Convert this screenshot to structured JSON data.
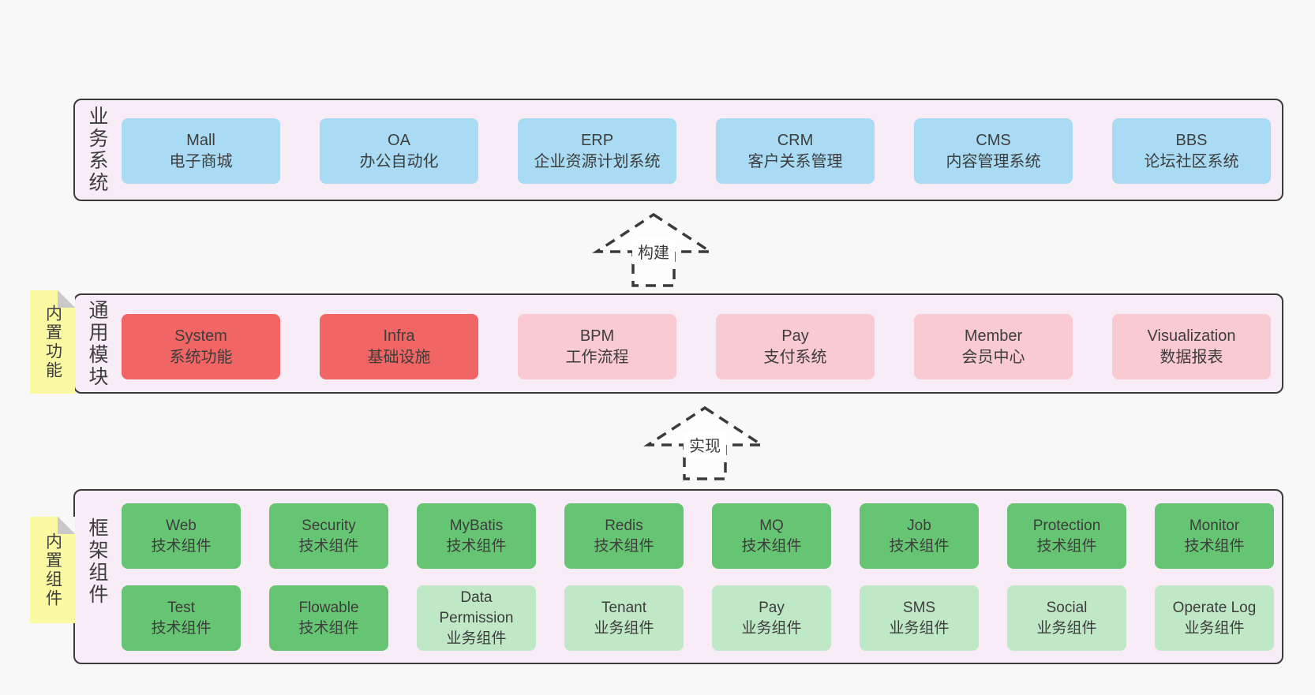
{
  "colors": {
    "page_bg": "#f8f8f8",
    "band_bg": "#f8edf6",
    "band_border": "#3b3b3b",
    "blue_box": "#a9dcf4",
    "red_box": "#f16565",
    "pink_box": "#facad2",
    "green_box": "#65c572",
    "light_green_box": "#bfe8c6",
    "note_yellow": "#fafaa2",
    "note_fold_gray": "#c9c9c9",
    "text": "#3d3d3d"
  },
  "arrows": [
    {
      "label": "构建"
    },
    {
      "label": "实现"
    }
  ],
  "bands": [
    {
      "label": "业务系统",
      "boxes": [
        {
          "title": "Mall",
          "subtitle": "电子商城"
        },
        {
          "title": "OA",
          "subtitle": "办公自动化"
        },
        {
          "title": "ERP",
          "subtitle": "企业资源计划系统"
        },
        {
          "title": "CRM",
          "subtitle": "客户关系管理"
        },
        {
          "title": "CMS",
          "subtitle": "内容管理系统"
        },
        {
          "title": "BBS",
          "subtitle": "论坛社区系统"
        }
      ]
    },
    {
      "label": "通用模块",
      "note": "内置功能",
      "boxes": [
        {
          "title": "System",
          "subtitle": "系统功能"
        },
        {
          "title": "Infra",
          "subtitle": "基础设施"
        },
        {
          "title": "BPM",
          "subtitle": "工作流程"
        },
        {
          "title": "Pay",
          "subtitle": "支付系统"
        },
        {
          "title": "Member",
          "subtitle": "会员中心"
        },
        {
          "title": "Visualization",
          "subtitle": "数据报表"
        }
      ]
    },
    {
      "label": "框架组件",
      "note": "内置组件",
      "rows": [
        [
          {
            "title": "Web",
            "subtitle": "技术组件"
          },
          {
            "title": "Security",
            "subtitle": "技术组件"
          },
          {
            "title": "MyBatis",
            "subtitle": "技术组件"
          },
          {
            "title": "Redis",
            "subtitle": "技术组件"
          },
          {
            "title": "MQ",
            "subtitle": "技术组件"
          },
          {
            "title": "Job",
            "subtitle": "技术组件"
          },
          {
            "title": "Protection",
            "subtitle": "技术组件"
          },
          {
            "title": "Monitor",
            "subtitle": "技术组件"
          }
        ],
        [
          {
            "title": "Test",
            "subtitle": "技术组件"
          },
          {
            "title": "Flowable",
            "subtitle": "技术组件"
          },
          {
            "title": "Data Permission",
            "subtitle": "业务组件"
          },
          {
            "title": "Tenant",
            "subtitle": "业务组件"
          },
          {
            "title": "Pay",
            "subtitle": "业务组件"
          },
          {
            "title": "SMS",
            "subtitle": "业务组件"
          },
          {
            "title": "Social",
            "subtitle": "业务组件"
          },
          {
            "title": "Operate Log",
            "subtitle": "业务组件"
          }
        ]
      ]
    }
  ]
}
